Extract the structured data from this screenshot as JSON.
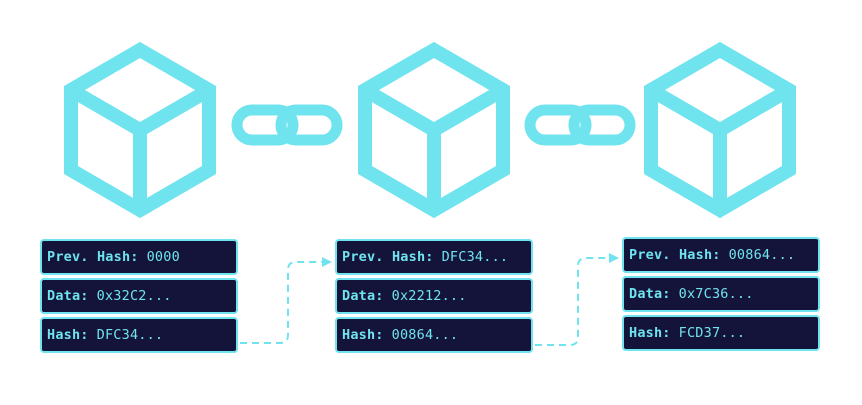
{
  "colors": {
    "accent": "#6fe3ee",
    "panel": "#14143a",
    "background": "#ffffff"
  },
  "icons": [
    "cube-icon",
    "chain-link-icon",
    "cube-icon",
    "chain-link-icon",
    "cube-icon"
  ],
  "blocks": [
    {
      "prev_label": "Prev. Hash:",
      "prev_value": "0000",
      "data_label": "Data:",
      "data_value": "0x32C2...",
      "hash_label": "Hash:",
      "hash_value": "DFC34..."
    },
    {
      "prev_label": "Prev. Hash:",
      "prev_value": "DFC34...",
      "data_label": "Data:",
      "data_value": "0x2212...",
      "hash_label": "Hash:",
      "hash_value": "00864..."
    },
    {
      "prev_label": "Prev. Hash:",
      "prev_value": "00864...",
      "data_label": "Data:",
      "data_value": "0x7C36...",
      "hash_label": "Hash:",
      "hash_value": "FCD37..."
    }
  ]
}
